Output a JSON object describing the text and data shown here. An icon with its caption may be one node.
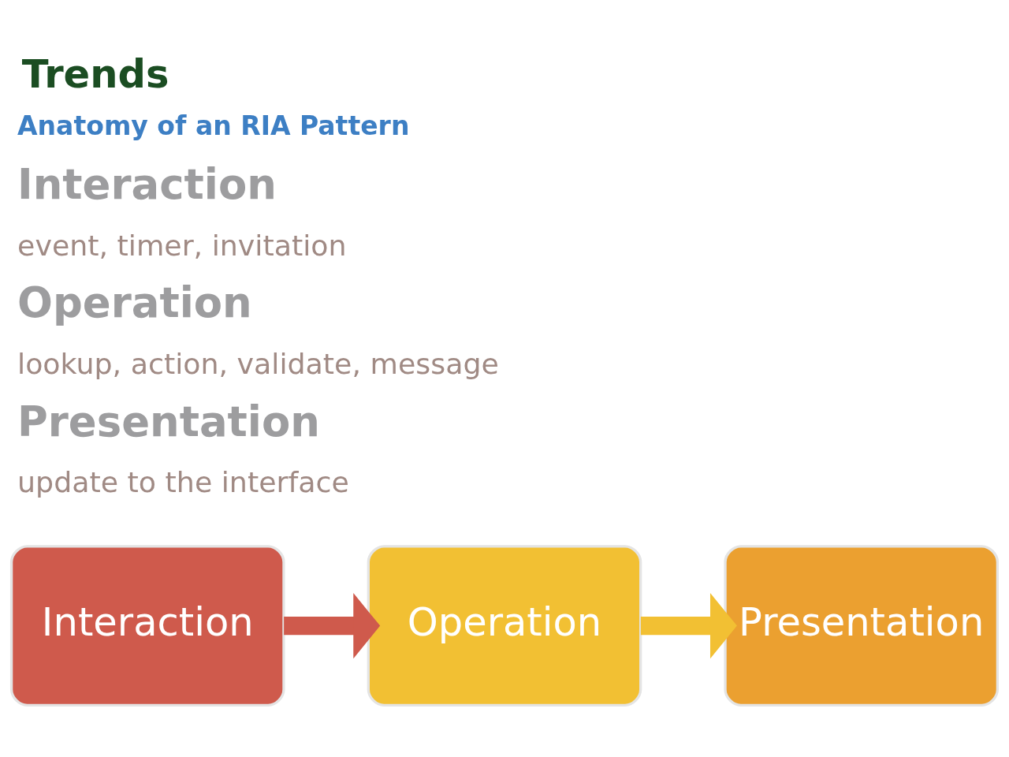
{
  "diagram": {
    "title": "Trends",
    "nodes": [
      {
        "text": [
          "Interaction"
        ]
      },
      {
        "text": [
          "Operation"
        ]
      },
      {
        "text": [
          "Presentation"
        ]
      }
    ],
    "edges": [
      {
        "from": 0,
        "to": 1,
        "arrow": "to",
        "color": "#cf5a4c"
      },
      {
        "from": 1,
        "to": 2,
        "arrow": "to",
        "color": "#f2c033"
      }
    ],
    "labels": [
      "Anatomy of an RIA Pattern",
      "Interaction",
      "event, timer, invitation",
      "Operation",
      "lookup, action, validate, message",
      "Presentation",
      "update to the interface"
    ]
  }
}
